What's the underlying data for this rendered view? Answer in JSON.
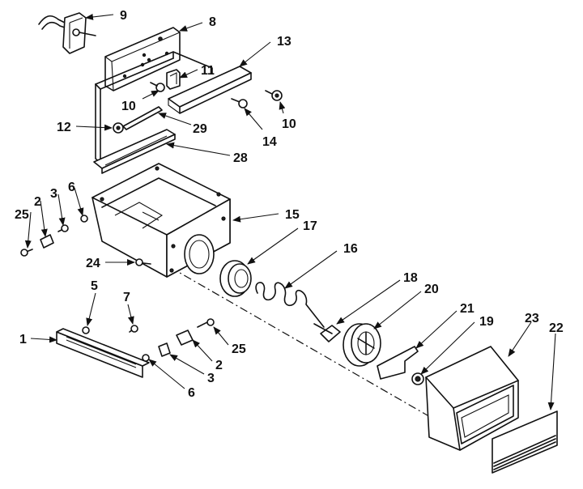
{
  "diagram": {
    "callouts": [
      {
        "id": "9",
        "text": "9"
      },
      {
        "id": "8",
        "text": "8"
      },
      {
        "id": "13",
        "text": "13"
      },
      {
        "id": "11",
        "text": "11"
      },
      {
        "id": "10a",
        "text": "10"
      },
      {
        "id": "10b",
        "text": "10"
      },
      {
        "id": "14",
        "text": "14"
      },
      {
        "id": "12",
        "text": "12"
      },
      {
        "id": "29",
        "text": "29"
      },
      {
        "id": "28",
        "text": "28"
      },
      {
        "id": "15",
        "text": "15"
      },
      {
        "id": "17",
        "text": "17"
      },
      {
        "id": "16",
        "text": "16"
      },
      {
        "id": "25a",
        "text": "25"
      },
      {
        "id": "2a",
        "text": "2"
      },
      {
        "id": "3a",
        "text": "3"
      },
      {
        "id": "6a",
        "text": "6"
      },
      {
        "id": "24",
        "text": "24"
      },
      {
        "id": "18",
        "text": "18"
      },
      {
        "id": "20",
        "text": "20"
      },
      {
        "id": "5",
        "text": "5"
      },
      {
        "id": "7",
        "text": "7"
      },
      {
        "id": "1",
        "text": "1"
      },
      {
        "id": "25b",
        "text": "25"
      },
      {
        "id": "2b",
        "text": "2"
      },
      {
        "id": "3b",
        "text": "3"
      },
      {
        "id": "6b",
        "text": "6"
      },
      {
        "id": "21",
        "text": "21"
      },
      {
        "id": "19",
        "text": "19"
      },
      {
        "id": "23",
        "text": "23"
      },
      {
        "id": "22",
        "text": "22"
      }
    ]
  }
}
